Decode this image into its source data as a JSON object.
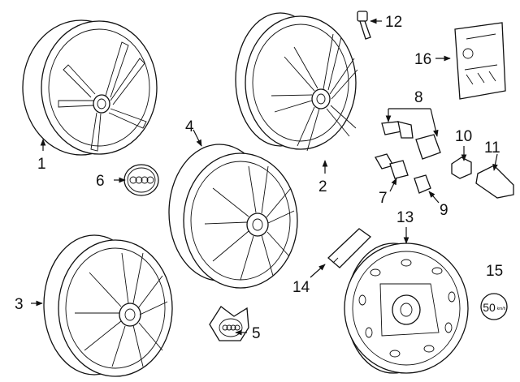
{
  "callouts": [
    {
      "id": "1",
      "label": "1"
    },
    {
      "id": "2",
      "label": "2"
    },
    {
      "id": "3",
      "label": "3"
    },
    {
      "id": "4",
      "label": "4"
    },
    {
      "id": "5",
      "label": "5"
    },
    {
      "id": "6",
      "label": "6"
    },
    {
      "id": "7",
      "label": "7"
    },
    {
      "id": "8",
      "label": "8"
    },
    {
      "id": "9",
      "label": "9"
    },
    {
      "id": "10",
      "label": "10"
    },
    {
      "id": "11",
      "label": "11"
    },
    {
      "id": "12",
      "label": "12"
    },
    {
      "id": "13",
      "label": "13"
    },
    {
      "id": "14",
      "label": "14"
    },
    {
      "id": "15",
      "label": "15"
    },
    {
      "id": "16",
      "label": "16"
    }
  ],
  "badge_15_text": "50",
  "badge_15_unit": "km/h"
}
